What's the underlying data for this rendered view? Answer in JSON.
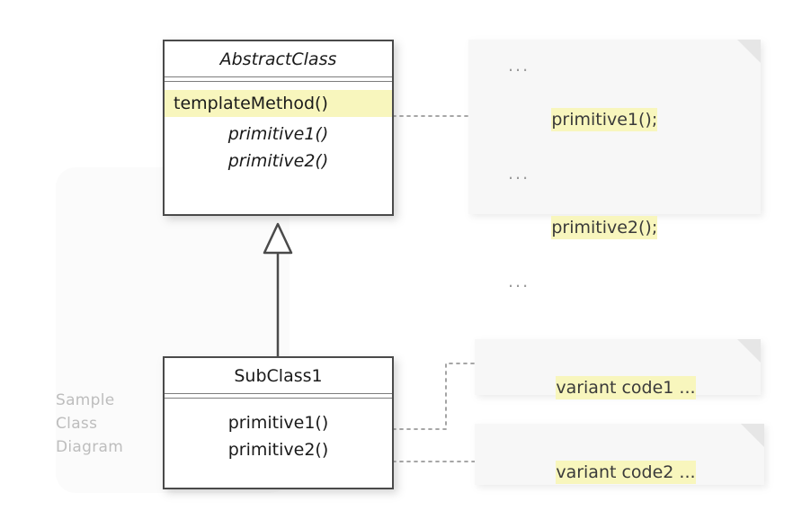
{
  "diagram": {
    "watermark": {
      "lines": [
        "Sample",
        "Class",
        "Diagram"
      ],
      "color": "#bdbdbd"
    },
    "colors": {
      "background": "#ffffff",
      "box_border": "#4a4a4a",
      "box_fill": "#ffffff",
      "note_fill": "#f7f7f7",
      "note_fold": "#e6e6e6",
      "highlight_yellow": "#f8f6bd",
      "connector": "#9a9a9a",
      "text": "#1a1a1a",
      "muted_text": "#9a9a9a"
    },
    "classes": [
      {
        "id": "abstract-class",
        "name": "AbstractClass",
        "stereotype": "abstract",
        "members": [
          {
            "label": "templateMethod()",
            "italic": false,
            "highlight": true,
            "align": "left"
          },
          {
            "label": "primitive1()",
            "italic": true,
            "highlight": false,
            "align": "center"
          },
          {
            "label": "primitive2()",
            "italic": true,
            "highlight": false,
            "align": "center"
          }
        ]
      },
      {
        "id": "sub-class-1",
        "name": "SubClass1",
        "stereotype": "concrete",
        "members": [
          {
            "label": "primitive1()",
            "italic": false,
            "highlight": false,
            "align": "center"
          },
          {
            "label": "primitive2()",
            "italic": false,
            "highlight": false,
            "align": "center"
          }
        ]
      }
    ],
    "notes": [
      {
        "id": "note-top",
        "attached_to": "templateMethod()",
        "lines": [
          {
            "text": "...",
            "highlight": false
          },
          {
            "text": "primitive1();",
            "highlight": true
          },
          {
            "text": "...",
            "highlight": false
          },
          {
            "text": "primitive2();",
            "highlight": true
          },
          {
            "text": "...",
            "highlight": false
          }
        ]
      },
      {
        "id": "note-bottom1",
        "attached_to": "primitive1()",
        "lines": [
          {
            "text": "variant code1 ...",
            "highlight": true
          }
        ]
      },
      {
        "id": "note-bottom2",
        "attached_to": "primitive2()",
        "lines": [
          {
            "text": "variant code2 ...",
            "highlight": true
          }
        ]
      }
    ],
    "relations": [
      {
        "type": "generalization",
        "from": "SubClass1",
        "to": "AbstractClass",
        "arrowhead": "hollow-triangle"
      },
      {
        "type": "note-anchor",
        "from": "templateMethod()",
        "to": "note-top"
      },
      {
        "type": "note-anchor",
        "from": "primitive1()",
        "to": "note-bottom1"
      },
      {
        "type": "note-anchor",
        "from": "primitive2()",
        "to": "note-bottom2"
      }
    ]
  }
}
